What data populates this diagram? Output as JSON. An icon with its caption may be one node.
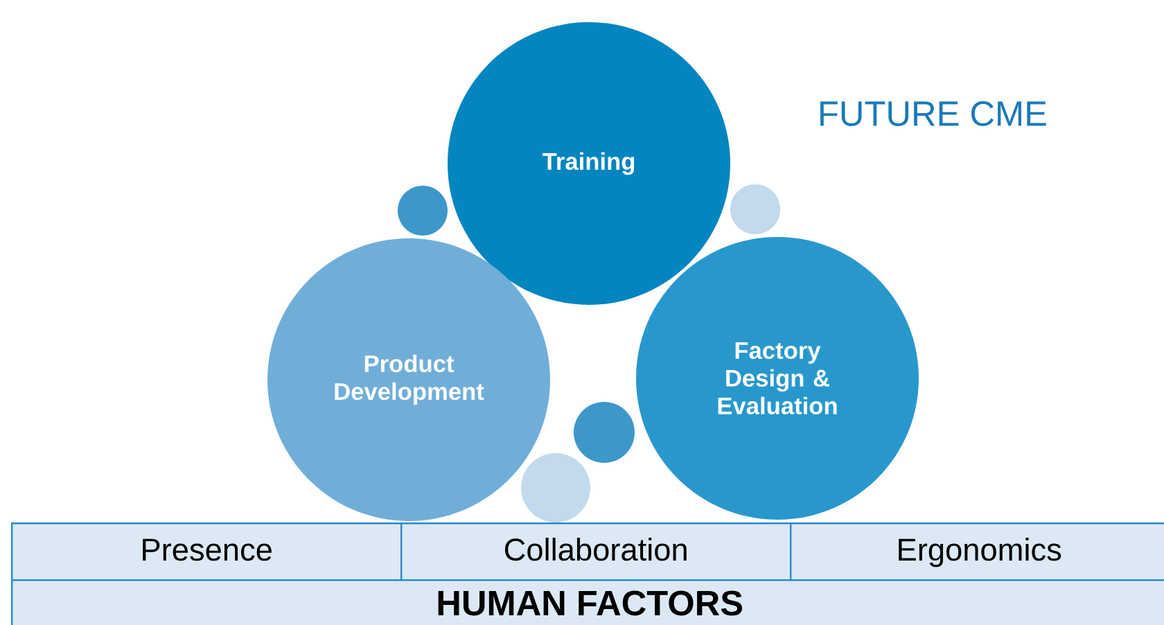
{
  "diagram": {
    "nodes": [
      {
        "text": [
          "Training"
        ]
      },
      {
        "text": [
          "Product Development"
        ]
      },
      {
        "text": [
          "Factory Design & Evaluation"
        ]
      },
      {
        "text": [],
        "shape": "circle"
      },
      {
        "text": [],
        "shape": "circle"
      },
      {
        "text": [],
        "shape": "circle"
      },
      {
        "text": [],
        "shape": "circle"
      },
      {
        "text": [
          "Presence"
        ]
      },
      {
        "text": [
          "Collaboration"
        ]
      },
      {
        "text": [
          "Ergonomics"
        ]
      },
      {
        "text": [
          "HUMAN FACTORS"
        ]
      }
    ],
    "labels": [
      "FUTURE CME"
    ]
  }
}
